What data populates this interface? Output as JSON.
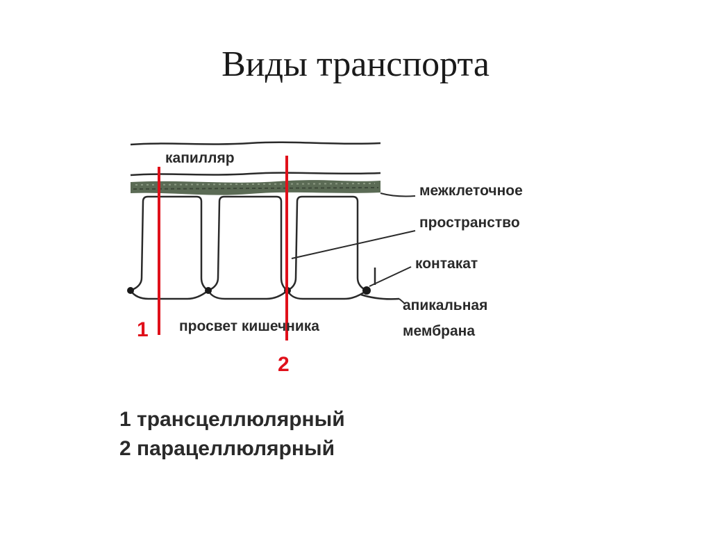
{
  "title": "Виды транспорта",
  "diagram": {
    "labels": {
      "capillary": "капилляр",
      "intercellular_1": "межклеточное",
      "intercellular_2": "пространство",
      "contact": "контакат",
      "apical_1": "апикальная",
      "apical_2": "мембрана",
      "lumen": "просвет кишечника",
      "marker_1": "1",
      "marker_2": "2"
    },
    "colors": {
      "route_lines": "#e0101a",
      "outline": "#2a2a2a",
      "basement_membrane": "#5b6b55"
    }
  },
  "legend": {
    "line_1": "1 трансцеллюлярный",
    "line_2": "2 парацеллюлярный"
  }
}
